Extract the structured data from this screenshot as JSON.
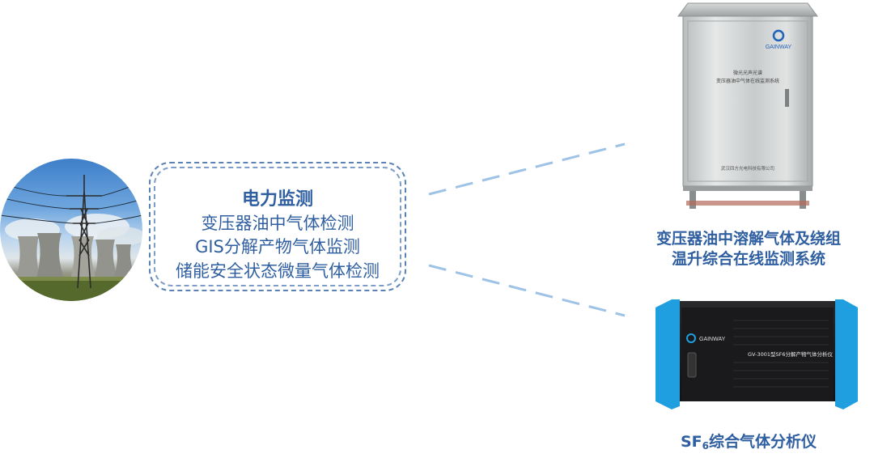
{
  "center_box": {
    "title": "电力监测",
    "lines": [
      "变压器油中气体检测",
      "GIS分解产物气体监测",
      "储能安全状态微量气体检测"
    ]
  },
  "cabinet": {
    "logo_text": "GAINWAY",
    "plate_line1": "微光光声光谱",
    "plate_line2": "变压器油中气体在线监测系统",
    "footer_text": "武汉四方光电科技有限公司",
    "caption_line1": "变压器油中溶解气体及绕组",
    "caption_line2": "温升综合在线监测系统"
  },
  "analyzer": {
    "logo_text": "GAINWAY",
    "model_text": "GV-3001型SF6分解产物气体分析仪",
    "caption_prefix": "SF",
    "caption_sub": "6",
    "caption_suffix": "综合气体分析仪"
  },
  "colors": {
    "text_blue": "#2f5fa0",
    "dash_blue": "#5a82b5",
    "line_blue": "#9ec3e6",
    "device_cyan": "#1f9fe0"
  }
}
